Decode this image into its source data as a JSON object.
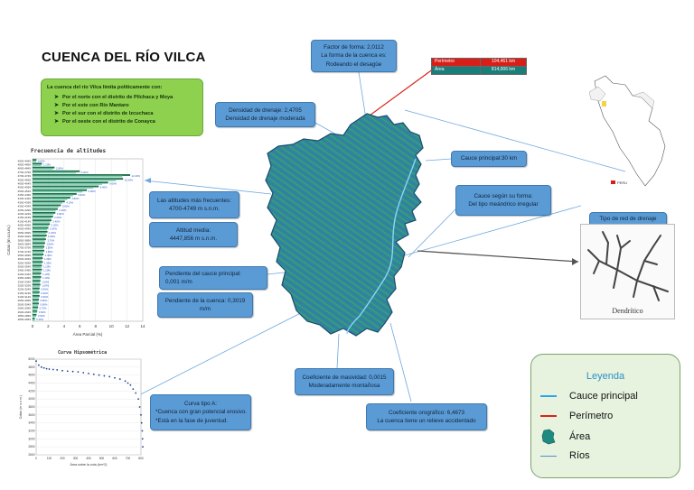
{
  "title": "CUENCA DEL RÍO VILCA",
  "limits": {
    "heading": "La cuenca del río Vilca limita políticamente con:",
    "items": [
      "Por el norte con el distrito de Pilchaca y Moya",
      "Por el este con Río Mantaro",
      "Por el sur con el distrito de Izcuchaca",
      "Por el oeste con el distrito de Conayca"
    ]
  },
  "boxes": {
    "factor_forma": [
      "Factor de forma: 2,0112",
      "La forma de la cuenca es:",
      "Rodeando el desagüe"
    ],
    "densidad": [
      "Densidad de drenaje: 2,4705",
      "Densidad de drenaje moderada"
    ],
    "cauce_principal": "Cauce principal:30 km",
    "cauce_forma": [
      "Cauce según su forma:",
      "Del tipo meándrico irregular"
    ],
    "tipo_red": "Tipo de red de drenaje",
    "altitudes_frecuentes": [
      "Las altitudes más frecuentes:",
      "4700-4749 m s.n.m."
    ],
    "altitud_media": [
      "Altitud media:",
      "4447,856 m s.n.m."
    ],
    "pendiente_cauce": [
      "Pendiente del cauce principal:",
      "0,001     m/m"
    ],
    "pendiente_cuenca": [
      "Pendiente de la cuenca: 0,3019",
      "m/m"
    ],
    "masividad": [
      "Coeficiente de masividad: 0,0015",
      "Moderadamente montañosa"
    ],
    "orografico": [
      "Coeficiente orográfico:   6,4673",
      "La cuenca tiene un relieve accidentado"
    ],
    "curva": [
      "Curva tipo A:",
      "*Cuenca con gran potencial erosivo.",
      "*Está en la fase de juventud."
    ]
  },
  "table": {
    "rows": [
      {
        "label": "Perímetro",
        "value": "104,461 km"
      },
      {
        "label": "Área",
        "value": "814,006 km"
      }
    ]
  },
  "map_label": "PERU",
  "drawing_caption": "Dendrítico",
  "legend": {
    "title": "Leyenda",
    "items": [
      {
        "label": "Cauce principal",
        "color": "#2aa5e6"
      },
      {
        "label": "Perímetro",
        "color": "#e0211b"
      },
      {
        "label": "Área",
        "color": "#1f8a80"
      },
      {
        "label": "Ríos",
        "color": "#4b8fd0"
      }
    ]
  },
  "chart_data": [
    {
      "type": "bar",
      "title": "Frecuencia de altitudes",
      "xlabel": "Área Parcial (%)",
      "ylabel": "Cotas (m s.n.m.)",
      "xlim": [
        0,
        14
      ],
      "x_ticks": [
        "0",
        "2",
        "4",
        "6",
        "8",
        "10",
        "12",
        "14"
      ],
      "series": [
        {
          "name": "",
          "color": "#1c6e4c"
        },
        {
          "name": "",
          "color": "#7fcfb0"
        }
      ],
      "categories": [
        "4900-4949",
        "4850-4899",
        "4800-4849",
        "4750-4799",
        "4700-4749",
        "4650-4699",
        "4600-4649",
        "4550-4599",
        "4500-4549",
        "4450-4499",
        "4400-4449",
        "4350-4399",
        "4300-4349",
        "4250-4299",
        "4200-4249",
        "4150-4199",
        "4100-4149",
        "4050-4099",
        "4000-4049",
        "3950-3999",
        "3900-3949",
        "3850-3899",
        "3800-3849",
        "3750-3799",
        "3700-3749",
        "3650-3699",
        "3600-3649",
        "3550-3599",
        "3500-3549",
        "3450-3499",
        "3400-3449",
        "3350-3399",
        "3300-3349",
        "3250-3299",
        "3200-3249",
        "3150-3199",
        "3100-3149",
        "3050-3099",
        "3000-3049",
        "2950-2999",
        "2900-2949",
        "2850-2899",
        "2800-2849"
      ],
      "values": [
        0.5,
        1.2,
        2.8,
        6.0,
        12.4,
        11.5,
        9.6,
        8.4,
        6.9,
        5.6,
        4.8,
        4.1,
        3.6,
        3.2,
        2.9,
        2.6,
        2.4,
        2.2,
        2.0,
        1.9,
        1.8,
        1.7,
        1.6,
        1.5,
        1.5,
        1.4,
        1.3,
        1.3,
        1.2,
        1.2,
        1.1,
        1.1,
        1.0,
        1.0,
        0.9,
        0.9,
        0.9,
        0.8,
        0.8,
        0.7,
        0.6,
        0.5,
        0.3
      ]
    },
    {
      "type": "scatter",
      "title": "Curva Hipsométrica",
      "xlabel": "Área sobre la cota (km^2)",
      "ylabel": "Cotas (m s.n.m.)",
      "xlim": [
        0,
        800
      ],
      "ylim": [
        2600,
        5000
      ],
      "x": [
        0,
        20,
        40,
        60,
        80,
        100,
        130,
        160,
        200,
        240,
        280,
        320,
        360,
        400,
        440,
        480,
        520,
        560,
        600,
        640,
        680,
        700,
        720,
        740,
        760,
        780,
        790,
        800,
        805,
        810,
        812,
        814
      ],
      "y": [
        4950,
        4850,
        4800,
        4780,
        4760,
        4750,
        4740,
        4730,
        4710,
        4700,
        4690,
        4680,
        4660,
        4640,
        4620,
        4600,
        4580,
        4560,
        4530,
        4500,
        4450,
        4400,
        4350,
        4250,
        4150,
        4000,
        3800,
        3600,
        3400,
        3200,
        3000,
        2800
      ]
    }
  ]
}
